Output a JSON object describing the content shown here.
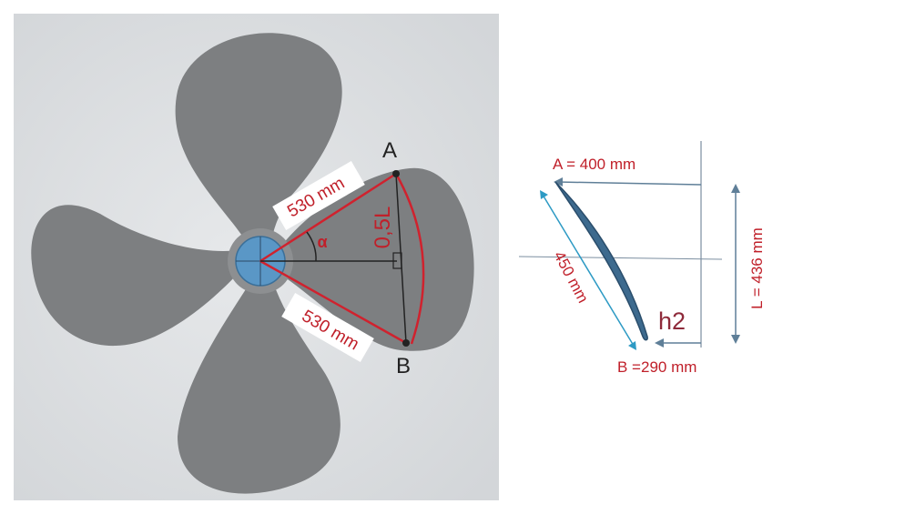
{
  "propeller": {
    "point_a": "A",
    "point_b": "B",
    "radius_top": "530 mm",
    "radius_bottom": "530 mm",
    "angle": "α",
    "half_chord": "0,5L"
  },
  "section": {
    "a_label": "A = 400 mm",
    "b_label": "B =290 mm",
    "length_label": "450 mm",
    "height_label": "L = 436 mm",
    "h2_label": "h2"
  }
}
